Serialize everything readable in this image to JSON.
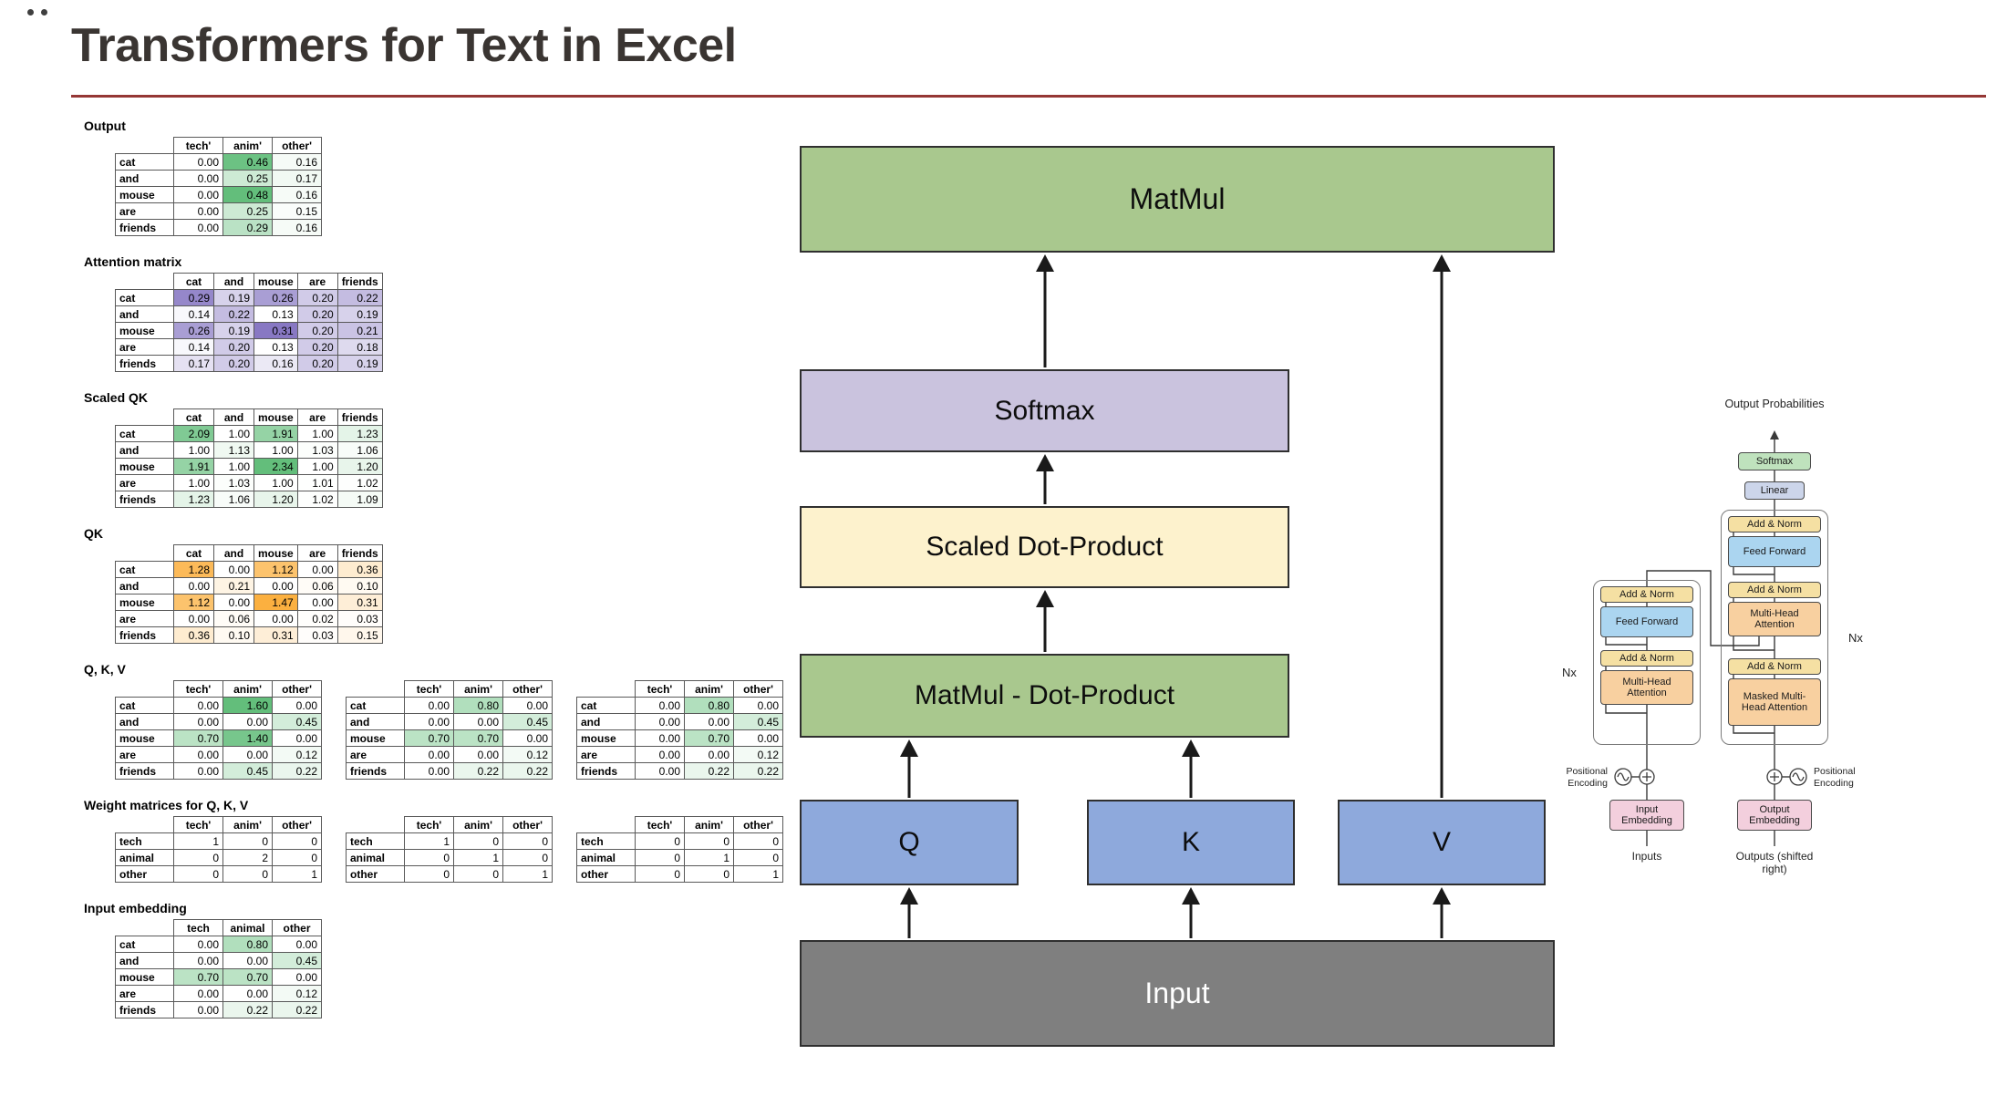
{
  "title": "Transformers for Text in Excel",
  "palette": {
    "title_text": "#3a3532",
    "title_rule": "#953735",
    "green_box": "#a9c88e",
    "lavender_box": "#cac3de",
    "cream_box": "#fdf2cd",
    "blue_box": "#8ea9dc",
    "gray_box": "#7f7f7f",
    "mini_add_norm": "#f5e0a3",
    "mini_feed_forward": "#abd5f0",
    "mini_attention": "#f8d0a0",
    "mini_linear": "#ccd5ea",
    "mini_softmax": "#bfe2bd",
    "mini_embedding": "#f3cfdd"
  },
  "left_panel": {
    "groups": [
      {
        "label": "Output",
        "tables": [
          {
            "name": "output-table",
            "col_headers": [
              "tech'",
              "anim'",
              "other'"
            ],
            "row_headers": [
              "cat",
              "and",
              "mouse",
              "are",
              "friends"
            ],
            "rows": [
              [
                "0.00",
                "0.46",
                "0.16"
              ],
              [
                "0.00",
                "0.25",
                "0.17"
              ],
              [
                "0.00",
                "0.48",
                "0.16"
              ],
              [
                "0.00",
                "0.25",
                "0.15"
              ],
              [
                "0.00",
                "0.29",
                "0.16"
              ]
            ],
            "scale": {
              "color": "#63be7b",
              "min": 0.14,
              "max": 0.48
            }
          }
        ]
      },
      {
        "label": "Attention matrix",
        "tables": [
          {
            "name": "attention-matrix-table",
            "col_headers": [
              "cat",
              "and",
              "mouse",
              "are",
              "friends"
            ],
            "row_headers": [
              "cat",
              "and",
              "mouse",
              "are",
              "friends"
            ],
            "rows": [
              [
                "0.29",
                "0.19",
                "0.26",
                "0.20",
                "0.22"
              ],
              [
                "0.14",
                "0.22",
                "0.13",
                "0.20",
                "0.19"
              ],
              [
                "0.26",
                "0.19",
                "0.31",
                "0.20",
                "0.21"
              ],
              [
                "0.14",
                "0.20",
                "0.13",
                "0.20",
                "0.18"
              ],
              [
                "0.17",
                "0.20",
                "0.16",
                "0.20",
                "0.19"
              ]
            ],
            "scale": {
              "color": "#8878c3",
              "min": 0.13,
              "max": 0.31
            }
          }
        ]
      },
      {
        "label": "Scaled QK",
        "tables": [
          {
            "name": "scaled-qk-table",
            "col_headers": [
              "cat",
              "and",
              "mouse",
              "are",
              "friends"
            ],
            "row_headers": [
              "cat",
              "and",
              "mouse",
              "are",
              "friends"
            ],
            "rows": [
              [
                "2.09",
                "1.00",
                "1.91",
                "1.00",
                "1.23"
              ],
              [
                "1.00",
                "1.13",
                "1.00",
                "1.03",
                "1.06"
              ],
              [
                "1.91",
                "1.00",
                "2.34",
                "1.00",
                "1.20"
              ],
              [
                "1.00",
                "1.03",
                "1.00",
                "1.01",
                "1.02"
              ],
              [
                "1.23",
                "1.06",
                "1.20",
                "1.02",
                "1.09"
              ]
            ],
            "scale": {
              "color": "#63be7b",
              "min": 1.0,
              "max": 2.34
            }
          }
        ]
      },
      {
        "label": "QK",
        "tables": [
          {
            "name": "qk-table",
            "col_headers": [
              "cat",
              "and",
              "mouse",
              "are",
              "friends"
            ],
            "row_headers": [
              "cat",
              "and",
              "mouse",
              "are",
              "friends"
            ],
            "rows": [
              [
                "1.28",
                "0.00",
                "1.12",
                "0.00",
                "0.36"
              ],
              [
                "0.00",
                "0.21",
                "0.00",
                "0.06",
                "0.10"
              ],
              [
                "1.12",
                "0.00",
                "1.47",
                "0.00",
                "0.31"
              ],
              [
                "0.00",
                "0.06",
                "0.00",
                "0.02",
                "0.03"
              ],
              [
                "0.36",
                "0.10",
                "0.31",
                "0.03",
                "0.15"
              ]
            ],
            "scale": {
              "color": "#fbb040",
              "min": 0.0,
              "max": 1.47
            }
          }
        ]
      },
      {
        "label": "Q, K, V",
        "tables": [
          {
            "name": "q-table",
            "col_headers": [
              "tech'",
              "anim'",
              "other'"
            ],
            "row_headers": [
              "cat",
              "and",
              "mouse",
              "are",
              "friends"
            ],
            "rows": [
              [
                "0.00",
                "1.60",
                "0.00"
              ],
              [
                "0.00",
                "0.00",
                "0.45"
              ],
              [
                "0.70",
                "1.40",
                "0.00"
              ],
              [
                "0.00",
                "0.00",
                "0.12"
              ],
              [
                "0.00",
                "0.45",
                "0.22"
              ]
            ],
            "scale": {
              "color": "#63be7b",
              "min": 0.0,
              "max": 1.6
            }
          },
          {
            "name": "k-table",
            "col_headers": [
              "tech'",
              "anim'",
              "other'"
            ],
            "row_headers": [
              "cat",
              "and",
              "mouse",
              "are",
              "friends"
            ],
            "rows": [
              [
                "0.00",
                "0.80",
                "0.00"
              ],
              [
                "0.00",
                "0.00",
                "0.45"
              ],
              [
                "0.70",
                "0.70",
                "0.00"
              ],
              [
                "0.00",
                "0.00",
                "0.12"
              ],
              [
                "0.00",
                "0.22",
                "0.22"
              ]
            ],
            "scale": {
              "color": "#63be7b",
              "min": 0.0,
              "max": 1.6
            }
          },
          {
            "name": "v-table",
            "col_headers": [
              "tech'",
              "anim'",
              "other'"
            ],
            "row_headers": [
              "cat",
              "and",
              "mouse",
              "are",
              "friends"
            ],
            "rows": [
              [
                "0.00",
                "0.80",
                "0.00"
              ],
              [
                "0.00",
                "0.00",
                "0.45"
              ],
              [
                "0.00",
                "0.70",
                "0.00"
              ],
              [
                "0.00",
                "0.00",
                "0.12"
              ],
              [
                "0.00",
                "0.22",
                "0.22"
              ]
            ],
            "scale": {
              "color": "#63be7b",
              "min": 0.0,
              "max": 1.6
            }
          }
        ]
      },
      {
        "label": "Weight matrices for Q, K, V",
        "tables": [
          {
            "name": "wq-table",
            "col_headers": [
              "tech'",
              "anim'",
              "other'"
            ],
            "row_headers": [
              "tech",
              "animal",
              "other"
            ],
            "rows": [
              [
                "1",
                "0",
                "0"
              ],
              [
                "0",
                "2",
                "0"
              ],
              [
                "0",
                "0",
                "1"
              ]
            ],
            "scale": null
          },
          {
            "name": "wk-table",
            "col_headers": [
              "tech'",
              "anim'",
              "other'"
            ],
            "row_headers": [
              "tech",
              "animal",
              "other"
            ],
            "rows": [
              [
                "1",
                "0",
                "0"
              ],
              [
                "0",
                "1",
                "0"
              ],
              [
                "0",
                "0",
                "1"
              ]
            ],
            "scale": null
          },
          {
            "name": "wv-table",
            "col_headers": [
              "tech'",
              "anim'",
              "other'"
            ],
            "row_headers": [
              "tech",
              "animal",
              "other"
            ],
            "rows": [
              [
                "0",
                "0",
                "0"
              ],
              [
                "0",
                "1",
                "0"
              ],
              [
                "0",
                "0",
                "1"
              ]
            ],
            "scale": null
          }
        ]
      },
      {
        "label": "Input embedding",
        "tables": [
          {
            "name": "input-embedding-table",
            "col_headers": [
              "tech",
              "animal",
              "other"
            ],
            "row_headers": [
              "cat",
              "and",
              "mouse",
              "are",
              "friends"
            ],
            "rows": [
              [
                "0.00",
                "0.80",
                "0.00"
              ],
              [
                "0.00",
                "0.00",
                "0.45"
              ],
              [
                "0.70",
                "0.70",
                "0.00"
              ],
              [
                "0.00",
                "0.00",
                "0.12"
              ],
              [
                "0.00",
                "0.22",
                "0.22"
              ]
            ],
            "scale": {
              "color": "#63be7b",
              "min": 0.0,
              "max": 1.6
            }
          }
        ]
      }
    ]
  },
  "flow_diagram": {
    "matmul_top": {
      "label": "MatMul"
    },
    "softmax": {
      "label": "Softmax"
    },
    "scaled_dot_product": {
      "label": "Scaled Dot-Product"
    },
    "matmul_dot_product": {
      "label": "MatMul - Dot-Product"
    },
    "q": {
      "label": "Q"
    },
    "k": {
      "label": "K"
    },
    "v": {
      "label": "V"
    },
    "input": {
      "label": "Input"
    }
  },
  "transformer_diagram": {
    "output_probabilities": "Output Probabilities",
    "softmax": "Softmax",
    "linear": "Linear",
    "add_norm": "Add & Norm",
    "feed_forward": "Feed Forward",
    "multi_head_attention": "Multi-Head Attention",
    "masked_multi_head_attention": "Masked Multi-Head Attention",
    "nx": "Nx",
    "positional_encoding": "Positional Encoding",
    "input_embedding": "Input Embedding",
    "output_embedding": "Output Embedding",
    "inputs": "Inputs",
    "outputs_shifted_right": "Outputs (shifted right)"
  }
}
